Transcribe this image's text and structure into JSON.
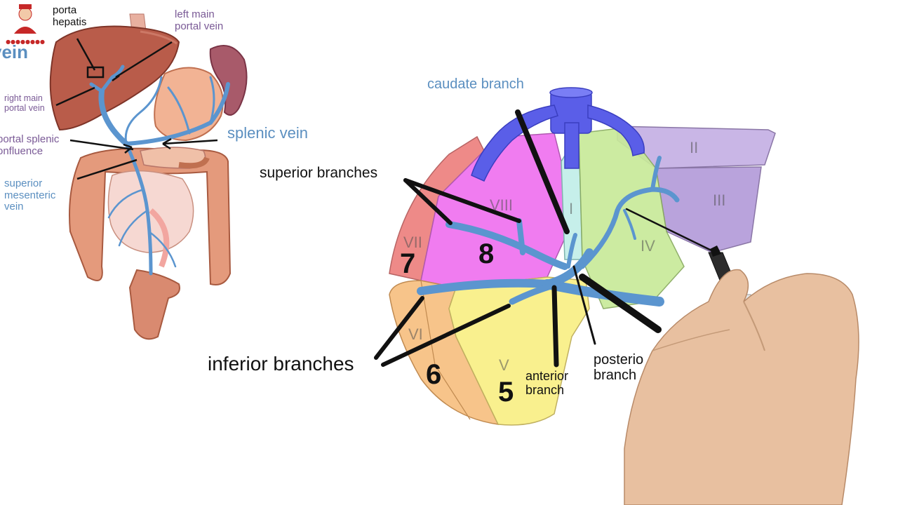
{
  "left_labels": {
    "porta_hepatis": [
      "porta",
      "hepatis"
    ],
    "vein_partial": "vein",
    "left_main_portal_vein": [
      "left main",
      "portal vein"
    ],
    "right_main_portal_vein": [
      "right main",
      "portal vein"
    ],
    "portal_splenic_confluence": [
      "portal splenic",
      "onfluence"
    ],
    "splenic_vein": "splenic vein",
    "superior_mesenteric_vein": [
      "superior",
      "mesenteric",
      "vein"
    ]
  },
  "right_labels": {
    "caudate_branch": "caudate branch",
    "superior_branches": "superior branches",
    "inferior_branches": "inferior branches",
    "anterior_branch": [
      "anterior",
      "branch"
    ],
    "posterior_branch": [
      "posterio",
      "branch"
    ]
  },
  "segments": {
    "roman": [
      "II",
      "III",
      "I",
      "IV",
      "VIII",
      "VII",
      "VI",
      "V"
    ],
    "numbers": [
      "8",
      "7",
      "6",
      "5"
    ]
  },
  "colors": {
    "portal_vein": "#5b95cf",
    "hepatic_vein": "#5a5ee8",
    "seg_II_III": "#c9b6e6",
    "seg_IV": "#c8ea9a",
    "seg_I": "#c6efea",
    "seg_VIII": "#f07cf0",
    "seg_VII": "#ee8a88",
    "seg_VI": "#f7c48a",
    "seg_V": "#f9f08e",
    "liver": "#b95c4a",
    "intestine": "#e49a7c"
  }
}
